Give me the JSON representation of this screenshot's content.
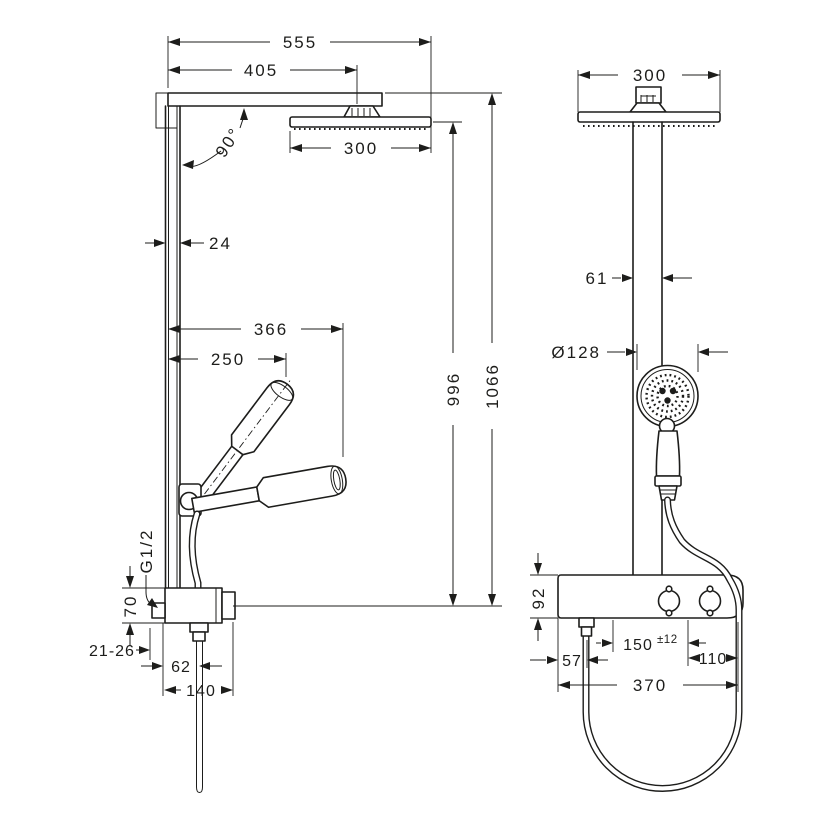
{
  "drawing": {
    "background": "#ffffff",
    "line_color": "#1d1d1b",
    "description": "Shower system dimensional drawing, side view and front view"
  },
  "dims": {
    "overall_width": "555",
    "arm_length": "405",
    "head_width_side": "300",
    "arm_angle": "90°",
    "pipe_section": "24",
    "handshower_reach": "366",
    "handshower_parked_reach": "250",
    "height_to_head": "996",
    "overall_height": "1066",
    "inlet_thread": "G1/2",
    "valve_depth": "70",
    "wall_distance": "21-26",
    "outlet_distance": "62",
    "valve_total_depth": "140",
    "head_width_front": "300",
    "pipe_width": "61",
    "handshower_diameter": "Ø128",
    "valve_height": "92",
    "hose_offset": "57",
    "connection_spacing": "150",
    "connection_spacing_tolerance": "±12",
    "connection_edge_offset": "110",
    "valve_width": "370"
  }
}
